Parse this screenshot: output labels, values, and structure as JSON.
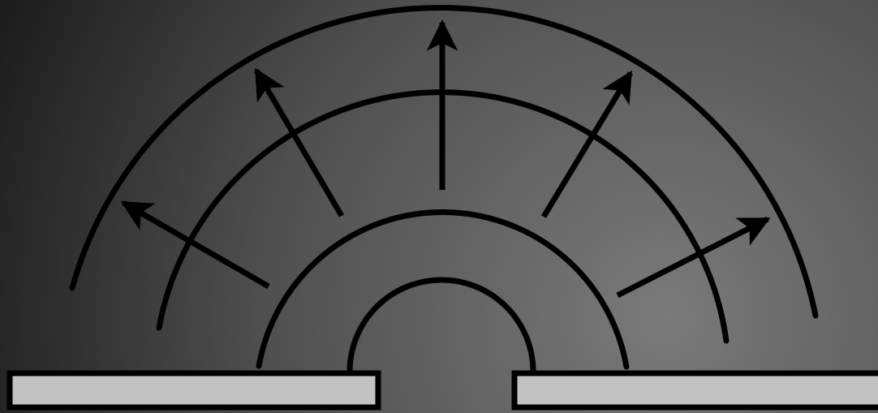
{
  "diagram": {
    "description_shown": "",
    "colors": {
      "background_dark": "#1c1c1c",
      "background_light": "#7a7a7a",
      "stroke": "#000000",
      "barrier_fill": "#c2c2c2"
    },
    "elements": {
      "wavefronts": [
        "wavefront-1",
        "wavefront-2",
        "wavefront-3",
        "wavefront-4"
      ],
      "arrows": [
        "arrow-left",
        "arrow-upper-left",
        "arrow-up",
        "arrow-upper-right",
        "arrow-right"
      ],
      "barriers": [
        "barrier-left",
        "barrier-right"
      ]
    }
  }
}
